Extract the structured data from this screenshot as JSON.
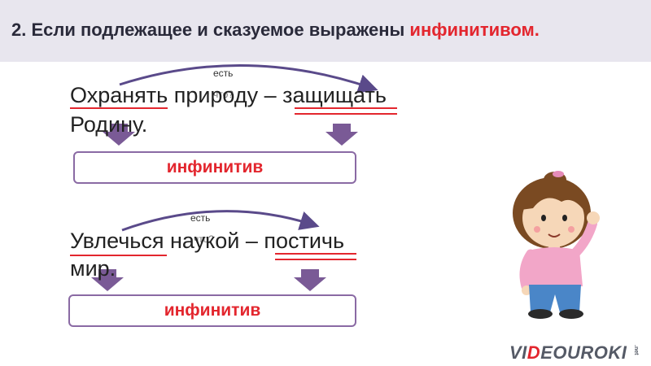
{
  "header": {
    "title_main": "2. Если подлежащее и сказуемое выражены ",
    "title_highlight": "инфинитивом."
  },
  "example1": {
    "line1": "Охранять природу – защищать",
    "line2": "Родину.",
    "label_top": "есть",
    "label_bottom": "что?",
    "box_label": "инфинитив"
  },
  "example2": {
    "line1": "Увлечься наукой – постичь",
    "line2": "мир.",
    "label_top": "есть",
    "label_bottom": "что?",
    "box_label": "инфинитив"
  },
  "logo": {
    "part1": "VI",
    "part_red": "D",
    "part2": "EOUROKI",
    "suffix": ".net"
  },
  "colors": {
    "accent_red": "#e3262e",
    "arrow_purple": "#7a5a96",
    "header_bg": "#e8e6ee"
  }
}
